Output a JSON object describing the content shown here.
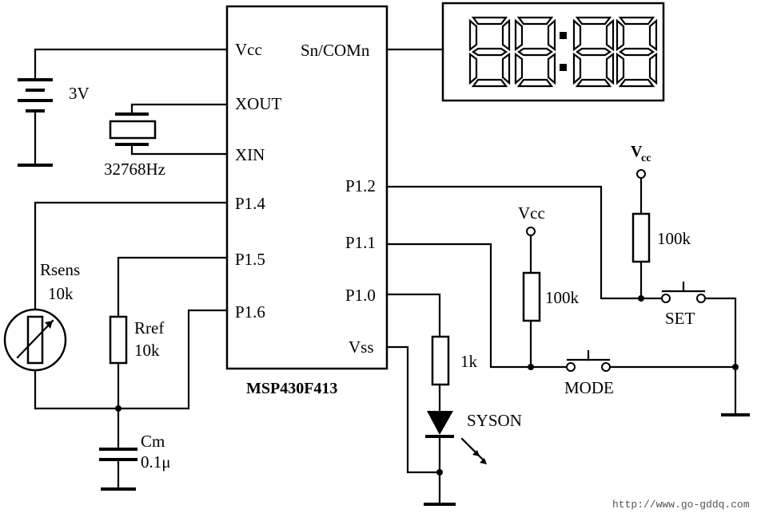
{
  "chip": {
    "name": "MSP430F413",
    "left_pins": [
      "Vcc",
      "XOUT",
      "XIN",
      "P1.4",
      "P1.5",
      "P1.6"
    ],
    "right_pins": [
      "Sn/COMn",
      "P1.2",
      "P1.1",
      "P1.0",
      "Vss"
    ]
  },
  "battery": {
    "voltage": "3V"
  },
  "crystal": {
    "frequency": "32768Hz"
  },
  "rsens": {
    "name": "Rsens",
    "value": "10k"
  },
  "rref": {
    "name": "Rref",
    "value": "10k"
  },
  "cm": {
    "name": "Cm",
    "value": "0.1μ"
  },
  "led": {
    "resistor": "1k",
    "label": "SYSON"
  },
  "mode_pullup": {
    "supply": "Vcc",
    "value": "100k"
  },
  "set_pullup": {
    "supply_main": "V",
    "supply_sub": "cc",
    "value": "100k"
  },
  "switches": {
    "mode": "MODE",
    "set": "SET"
  },
  "display": {
    "digits": 4,
    "colon": true
  },
  "watermark": "http://www.go-gddq.com"
}
